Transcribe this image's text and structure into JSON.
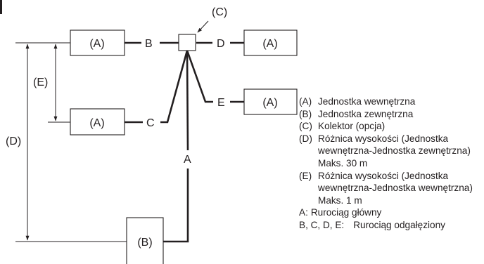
{
  "diagram": {
    "labels": {
      "indoor_unit": "(A)",
      "outdoor_unit": "(B)",
      "header": "(C)",
      "height_diff_outdoor": "(D)",
      "height_diff_indoor": "(E)",
      "pipe_b": "B",
      "pipe_c": "C",
      "pipe_d": "D",
      "pipe_e": "E",
      "main_pipe": "A"
    }
  },
  "legend": [
    {
      "key": "(A)",
      "text": "Jednostka wewnętrzna"
    },
    {
      "key": "(B)",
      "text": "Jednostka zewnętrzna"
    },
    {
      "key": "(C)",
      "text": "Kolektor (opcja)"
    },
    {
      "key": "(D)",
      "text": "Różnica wysokości (Jednostka wewnętrzna-Jednostka zewnętrzna) Maks. 30 m"
    },
    {
      "key": "(E)",
      "text": "Różnica wysokości (Jednostka wewnętrzna-Jednostka wewnętrzna) Maks. 1 m"
    },
    {
      "key": "A:",
      "text": "Rurociąg główny"
    },
    {
      "key": "B, C, D, E:",
      "text": "Rurociąg odgałęziony"
    }
  ]
}
